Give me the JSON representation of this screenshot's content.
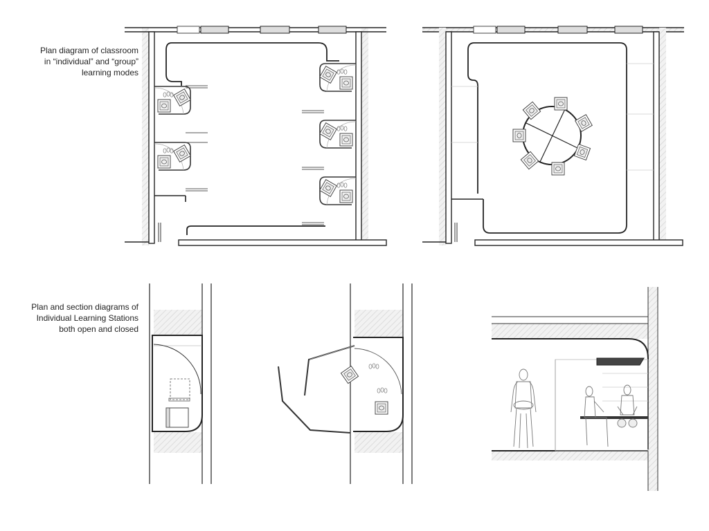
{
  "captions": {
    "classroom_plan": {
      "line1": "Plan diagram of classroom",
      "line2": "in “individual” and “group”",
      "line3": "learning modes"
    },
    "station_diagrams": {
      "line1": "Plan and section diagrams of",
      "line2": "Individual Learning Stations",
      "line3": "both open and closed"
    }
  },
  "colors": {
    "wall": "#222222",
    "hatch": "#d9d9d9",
    "thin": "#9a9a9a",
    "fixture": "#555555"
  }
}
